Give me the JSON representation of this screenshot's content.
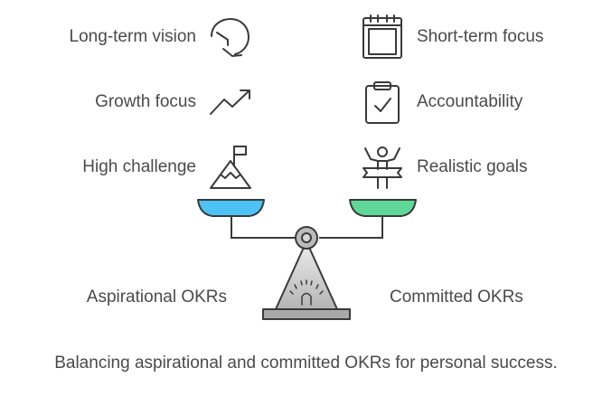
{
  "left_items": [
    {
      "label": "Long-term vision",
      "icon": "refresh-arrow-icon"
    },
    {
      "label": "Growth focus",
      "icon": "trend-up-icon"
    },
    {
      "label": "High challenge",
      "icon": "mountain-flag-icon"
    }
  ],
  "right_items": [
    {
      "label": "Short-term focus",
      "icon": "calendar-icon"
    },
    {
      "label": "Accountability",
      "icon": "clipboard-check-icon"
    },
    {
      "label": "Realistic goals",
      "icon": "winner-podium-icon"
    }
  ],
  "scale": {
    "left_label": "Aspirational OKRs",
    "right_label": "Committed OKRs",
    "left_pan_color": "#4cc3f4",
    "right_pan_color": "#5fd796"
  },
  "caption": "Balancing aspirational and committed OKRs for personal success."
}
